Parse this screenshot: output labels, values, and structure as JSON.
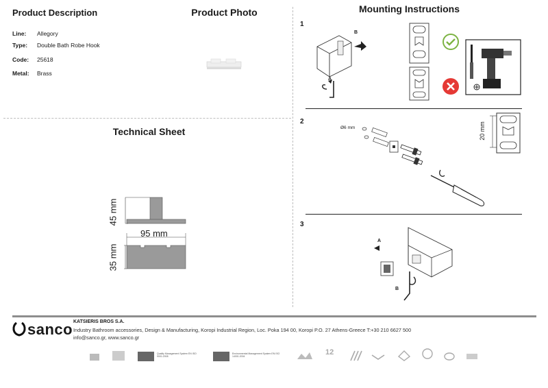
{
  "left": {
    "product_description_title": "Product Description",
    "product_photo_title": "Product Photo",
    "specs": [
      {
        "label": "Line:",
        "value": "Allegory"
      },
      {
        "label": "Type:",
        "value": "Double Bath Robe Hook"
      },
      {
        "label": "Code:",
        "value": "25618"
      },
      {
        "label": "Metal:",
        "value": "Brass"
      }
    ],
    "technical_sheet_title": "Technical Sheet",
    "dimensions": {
      "height_top": "45 mm",
      "width": "95 mm",
      "height_bottom": "35 mm"
    }
  },
  "right": {
    "mounting_title": "Mounting Instructions",
    "steps": [
      {
        "number": "1",
        "label_a": "A",
        "label_b": "B"
      },
      {
        "number": "2",
        "drill_size": "Ø6 mm",
        "spacing": "20 mm"
      },
      {
        "number": "3",
        "label_a": "A",
        "label_b": "B"
      }
    ]
  },
  "footer": {
    "logo": "sanco",
    "company": "KATSIERIS BROS S.A.",
    "address": "Industry Bathroom accessories, Design & Manufacturing, Koropi Industrial Region, Loc. Poka 194 00, Koropi P.O. 27  Athens-Greece  T:+30 210 6627 500",
    "contact": "info@sanco.gr, www.sanco.gr",
    "cert1": "Quality Management System EN ISO 9001:2008",
    "cert2": "Environmental Management System EN ISO 14001:2004",
    "years": "12"
  },
  "colors": {
    "accept": "#7cb342",
    "reject": "#e53935",
    "footer_bar": "#8d8d8d",
    "tech_fill": "#999999"
  }
}
